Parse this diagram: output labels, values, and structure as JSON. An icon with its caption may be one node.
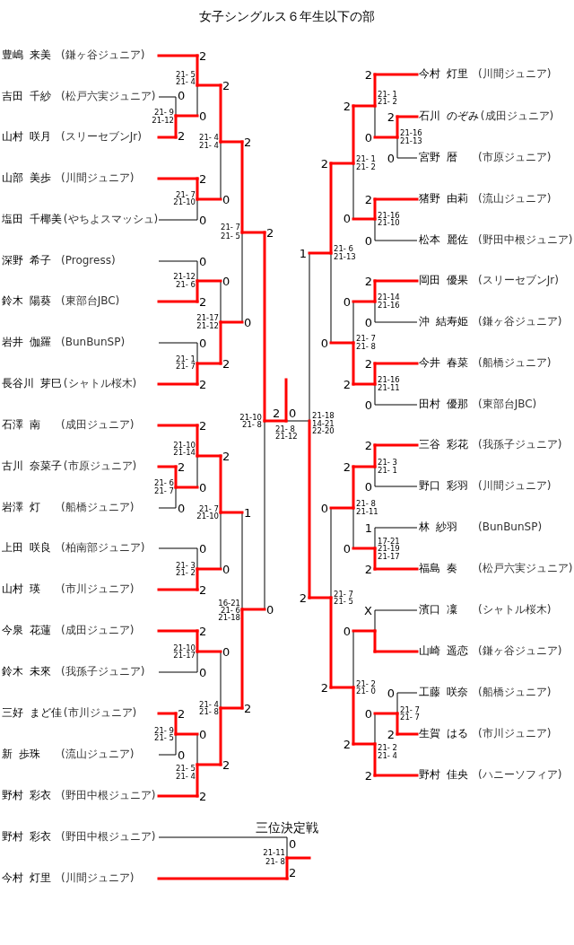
{
  "diagram": {
    "title": "女子シングルス６年生以下の部",
    "nodes": [
      {
        "text": [
          "豊嶋 来美",
          "(鎌ヶ谷ジュニア)"
        ]
      },
      {
        "text": [
          "吉田 千紗",
          "(松戸六実ジュニア)"
        ]
      },
      {
        "text": [
          "山村 咲月",
          "(スリーセブンJr)"
        ]
      },
      {
        "text": [
          "山部 美歩",
          "(川間ジュニア)"
        ]
      },
      {
        "text": [
          "塩田 千椰美",
          "(やちよスマッシュ)"
        ]
      },
      {
        "text": [
          "深野 希子",
          "(Progress)"
        ]
      },
      {
        "text": [
          "鈴木 陽葵",
          "(東部台JBC)"
        ]
      },
      {
        "text": [
          "岩井 伽羅",
          "(BunBunSP)"
        ]
      },
      {
        "text": [
          "長谷川 芽巳",
          "(シャトル桜木)"
        ]
      },
      {
        "text": [
          "石澤 南",
          "(成田ジュニア)"
        ]
      },
      {
        "text": [
          "古川 奈菜子",
          "(市原ジュニア)"
        ]
      },
      {
        "text": [
          "岩澤 灯",
          "(船橋ジュニア)"
        ]
      },
      {
        "text": [
          "上田 咲良",
          "(柏南部ジュニア)"
        ]
      },
      {
        "text": [
          "山村 瑛",
          "(市川ジュニア)"
        ]
      },
      {
        "text": [
          "今泉 花蓮",
          "(成田ジュニア)"
        ]
      },
      {
        "text": [
          "鈴木 未來",
          "(我孫子ジュニア)"
        ]
      },
      {
        "text": [
          "三好 まど佳",
          "(市川ジュニア)"
        ]
      },
      {
        "text": [
          "新 歩珠",
          "(流山ジュニア)"
        ]
      },
      {
        "text": [
          "野村 彩衣",
          "(野田中根ジュニア)"
        ]
      },
      {
        "text": [
          "今村 灯里",
          "(川間ジュニア)"
        ]
      },
      {
        "text": [
          "石川 のぞみ",
          "(成田ジュニア)"
        ]
      },
      {
        "text": [
          "宮野 暦",
          "(市原ジュニア)"
        ]
      },
      {
        "text": [
          "猪野 由莉",
          "(流山ジュニア)"
        ]
      },
      {
        "text": [
          "松本 麗佐",
          "(野田中根ジュニア)"
        ]
      },
      {
        "text": [
          "岡田 優果",
          "(スリーセブンJr)"
        ]
      },
      {
        "text": [
          "沖 結寿姫",
          "(鎌ヶ谷ジュニア)"
        ]
      },
      {
        "text": [
          "今井 春菜",
          "(船橋ジュニア)"
        ]
      },
      {
        "text": [
          "田村 優那",
          "(東部台JBC)"
        ]
      },
      {
        "text": [
          "三谷 彩花",
          "(我孫子ジュニア)"
        ]
      },
      {
        "text": [
          "野口 彩羽",
          "(川間ジュニア)"
        ]
      },
      {
        "text": [
          "林 紗羽",
          "(BunBunSP)"
        ]
      },
      {
        "text": [
          "福島 奏",
          "(松戸六実ジュニア)"
        ]
      },
      {
        "text": [
          "濱口 凜",
          "(シャトル桜木)"
        ]
      },
      {
        "text": [
          "山崎 遥恋",
          "(鎌ヶ谷ジュニア)"
        ]
      },
      {
        "text": [
          "工藤 咲奈",
          "(船橋ジュニア)"
        ]
      },
      {
        "text": [
          "生賀 はる",
          "(市川ジュニア)"
        ]
      },
      {
        "text": [
          "野村 佳央",
          "(ハニーソフィア)"
        ]
      },
      {
        "text": [
          "野村 彩衣",
          "(野田中根ジュニア)"
        ]
      },
      {
        "text": [
          "今村 灯里",
          "(川間ジュニア)"
        ]
      }
    ],
    "labels": [
      "0",
      "2",
      "21- 9",
      "21-12",
      "2",
      "0",
      "21- 5",
      "21- 4",
      "2",
      "0",
      "21- 7",
      "21-10",
      "2",
      "0",
      "21- 4",
      "21- 4",
      "0",
      "2",
      "21-12",
      "21- 6",
      "0",
      "2",
      "21- 1",
      "21- 7",
      "0",
      "2",
      "21-17",
      "21-12",
      "2",
      "0",
      "21- 7",
      "21- 5",
      "2",
      "2",
      "0",
      "21- 6",
      "21- 7",
      "2",
      "0",
      "21-10",
      "21-14",
      "0",
      "2",
      "21- 3",
      "21- 2",
      "2",
      "0",
      "21- 7",
      "21-10",
      "2",
      "0",
      "21-10",
      "21-17",
      "2",
      "0",
      "21- 9",
      "21- 5",
      "0",
      "2",
      "21- 5",
      "21- 4",
      "0",
      "2",
      "21- 4",
      "21- 8",
      "1",
      "2",
      "16-21",
      "21- 6",
      "21-18",
      "0",
      "21-10",
      "21- 8",
      "2",
      "0",
      "21- 8",
      "21-12",
      "21-18",
      "14-21",
      "22-20",
      "2",
      "0",
      "21-16",
      "21-13",
      "2",
      "0",
      "21- 1",
      "21- 2",
      "2",
      "0",
      "21-16",
      "21-10",
      "2",
      "0",
      "21- 1",
      "21- 2",
      "2",
      "0",
      "21-14",
      "21-16",
      "2",
      "0",
      "21-16",
      "21-11",
      "0",
      "2",
      "21- 7",
      "21- 8",
      "2",
      "0",
      "21- 6",
      "21-13",
      "1",
      "2",
      "0",
      "21- 3",
      "21- 1",
      "1",
      "2",
      "17-21",
      "21-19",
      "21-17",
      "2",
      "0",
      "21- 8",
      "21-11",
      "X",
      "0",
      "2",
      "21- 7",
      "21- 7",
      "0",
      "2",
      "21- 2",
      "21- 4",
      "0",
      "2",
      "21- 2",
      "21- 0",
      "0",
      "2",
      "21- 7",
      "21- 5",
      "2",
      "三位決定戦",
      "0",
      "2",
      "21-11",
      "21- 8"
    ]
  }
}
